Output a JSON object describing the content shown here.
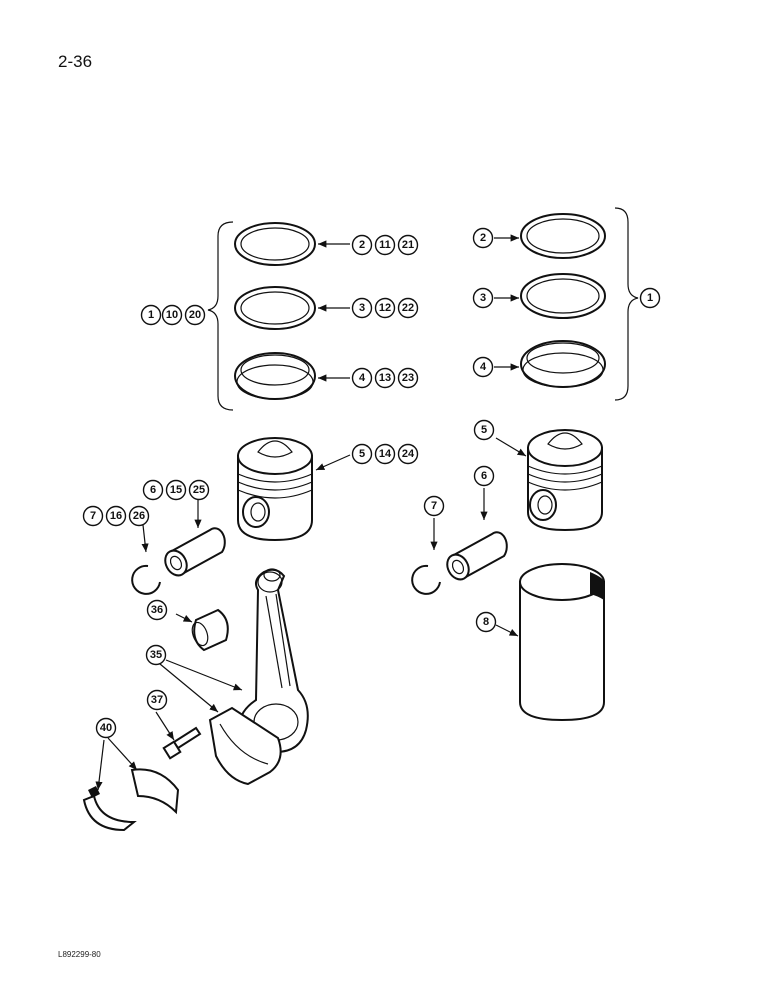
{
  "page_number": "2-36",
  "figure_code": "L892299-80",
  "callouts": {
    "c1a": "1",
    "c10": "10",
    "c20": "20",
    "c2a": "2",
    "c11": "11",
    "c21": "21",
    "c3a": "3",
    "c12": "12",
    "c22": "22",
    "c4a": "4",
    "c13": "13",
    "c23": "23",
    "c5a": "5",
    "c14": "14",
    "c24": "24",
    "c6a": "6",
    "c15": "15",
    "c25": "25",
    "c7a": "7",
    "c16": "16",
    "c26": "26",
    "c36": "36",
    "c35": "35",
    "c37": "37",
    "c40": "40",
    "c2b": "2",
    "c3b": "3",
    "c4b": "4",
    "c1b": "1",
    "c5b": "5",
    "c6b": "6",
    "c7b": "7",
    "c8": "8"
  }
}
